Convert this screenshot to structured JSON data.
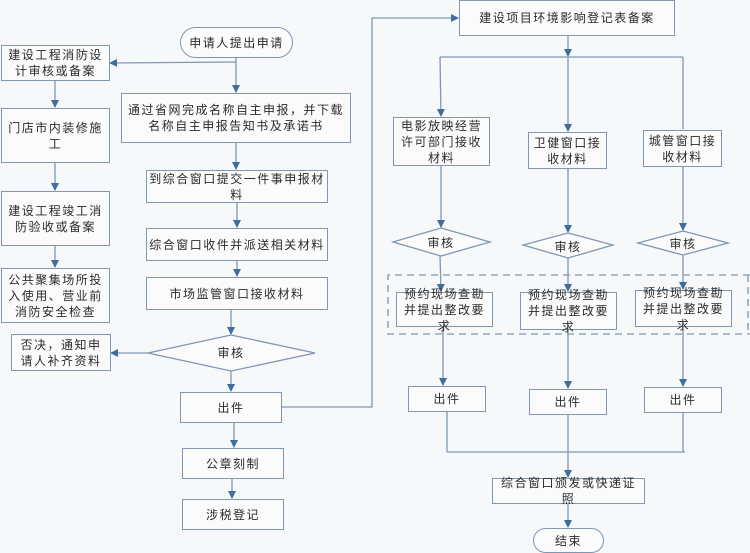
{
  "diagram": {
    "start": "申请人提出申请",
    "left_branch": [
      "建设工程消防设计审核或备案",
      "门店市内装修施工",
      "建设工程竣工消防验收或备案",
      "公共聚集场所投入使用、营业前消防安全检查"
    ],
    "main_steps": [
      "通过省网完成名称自主申报，并下载名称自主申报告知书及承诺书",
      "到综合窗口提交一件事申报材料",
      "综合窗口收件并派送相关材料",
      "市场监管窗口接收材料"
    ],
    "main_review": "审核",
    "reject": "否决，通知申请人补齐资料",
    "main_issue": "出件",
    "seal": "公章刻制",
    "tax": "涉税登记",
    "env_filing": "建设项目环境影响登记表备案",
    "branches": [
      {
        "receive": "电影放映经营许可部门接收材料",
        "review": "审核",
        "inspect": "预约现场查勘并提出整改要求",
        "issue": "出件"
      },
      {
        "receive": "卫健窗口接收材料",
        "review": "审核",
        "inspect": "预约现场查勘并提出整改要求",
        "issue": "出件"
      },
      {
        "receive": "城管窗口接收材料",
        "review": "审核",
        "inspect": "预约现场查勘并提出整改要求",
        "issue": "出件"
      }
    ],
    "final_issue": "综合窗口颁发或快递证照",
    "end": "结束"
  }
}
